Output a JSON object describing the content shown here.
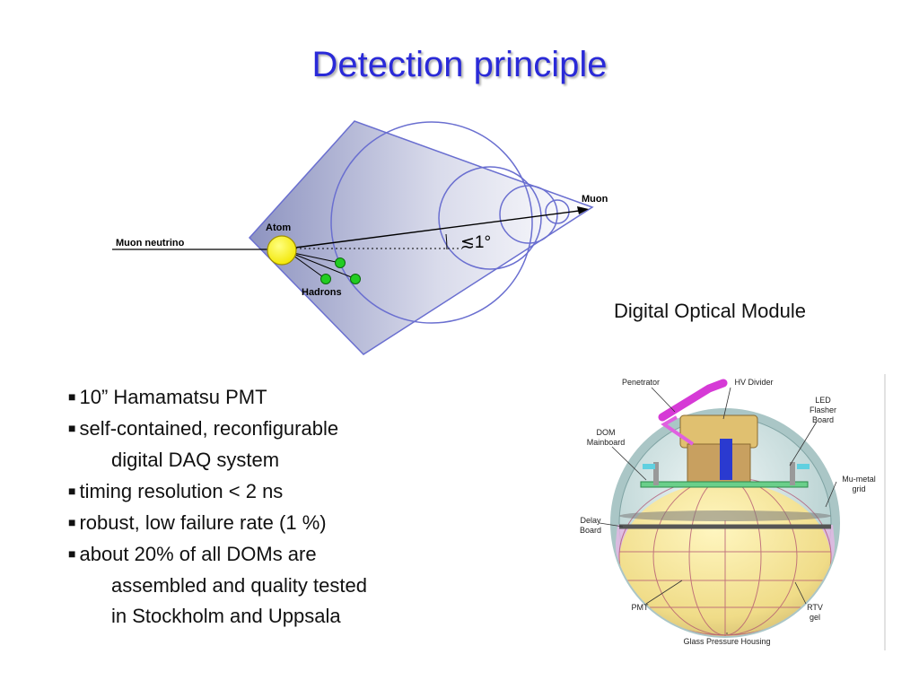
{
  "slide": {
    "title": "Detection principle",
    "dom_caption": "Digital Optical Module"
  },
  "diagram": {
    "labels": {
      "neutrino": "Muon neutrino",
      "atom": "Atom",
      "hadrons": "Hadrons",
      "muon": "Muon",
      "angle": "≲1°"
    }
  },
  "dom_figure": {
    "labels": {
      "penetrator": "Penetrator",
      "hv_divider": "HV Divider",
      "led_1": "LED",
      "led_2": "Flasher",
      "led_3": "Board",
      "dom_mb_1": "DOM",
      "dom_mb_2": "Mainboard",
      "mu_metal_1": "Mu-metal",
      "mu_metal_2": "grid",
      "delay_1": "Delay",
      "delay_2": "Board",
      "pmt": "PMT",
      "rtv_1": "RTV",
      "rtv_2": "gel",
      "housing": "Glass Pressure Housing"
    }
  },
  "bullets": {
    "b1": "10” Hamamatsu PMT",
    "b2_line1": "self-contained, reconfigurable",
    "b2_line2": "digital DAQ system",
    "b3": "timing resolution < 2 ns",
    "b4": "robust, low failure rate (1 %)",
    "b5_line1": "about 20% of all DOMs are",
    "b5_line2": "assembled and quality tested",
    "b5_line3": "in Stockholm and Uppsala"
  }
}
